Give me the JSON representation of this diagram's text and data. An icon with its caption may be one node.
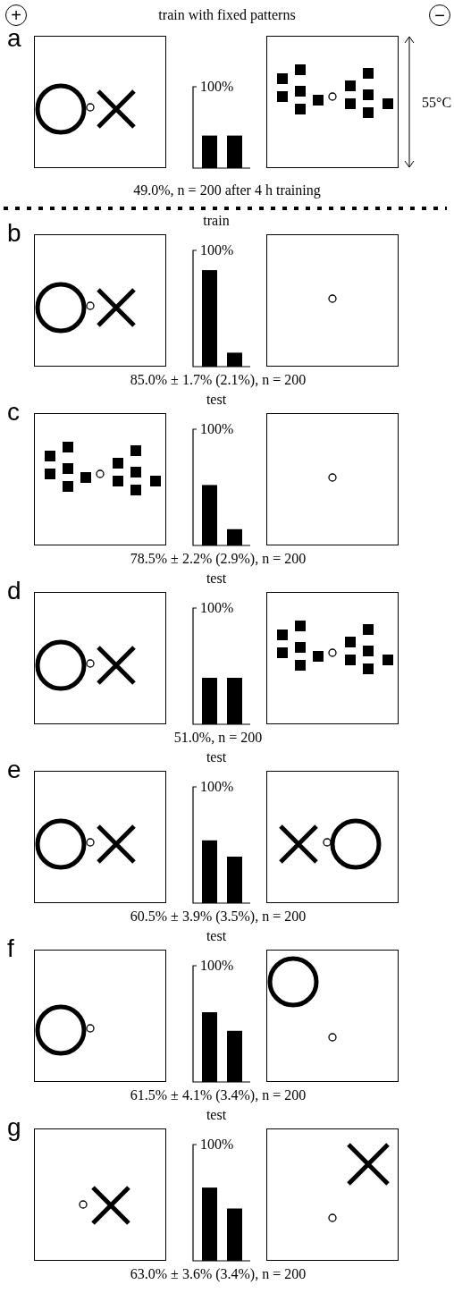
{
  "diagram": {
    "title": "train with fixed patterns",
    "labels": [
      "+",
      "−",
      "a",
      "100%",
      "55°C",
      "49.0%, n = 200 after 4 h training",
      "b",
      "train",
      "100%",
      "85.0% ± 1.7% (2.1%), n = 200",
      "c",
      "test",
      "100%",
      "78.5% ± 2.2% (2.9%), n = 200",
      "d",
      "test",
      "100%",
      "51.0%, n = 200",
      "e",
      "test",
      "100%",
      "60.5% ± 3.9% (3.5%), n = 200",
      "f",
      "test",
      "100%",
      "61.5% ± 4.1% (3.4%), n = 200",
      "g",
      "test",
      "100%",
      "63.0% ± 3.6% (3.4%), n = 200"
    ]
  }
}
